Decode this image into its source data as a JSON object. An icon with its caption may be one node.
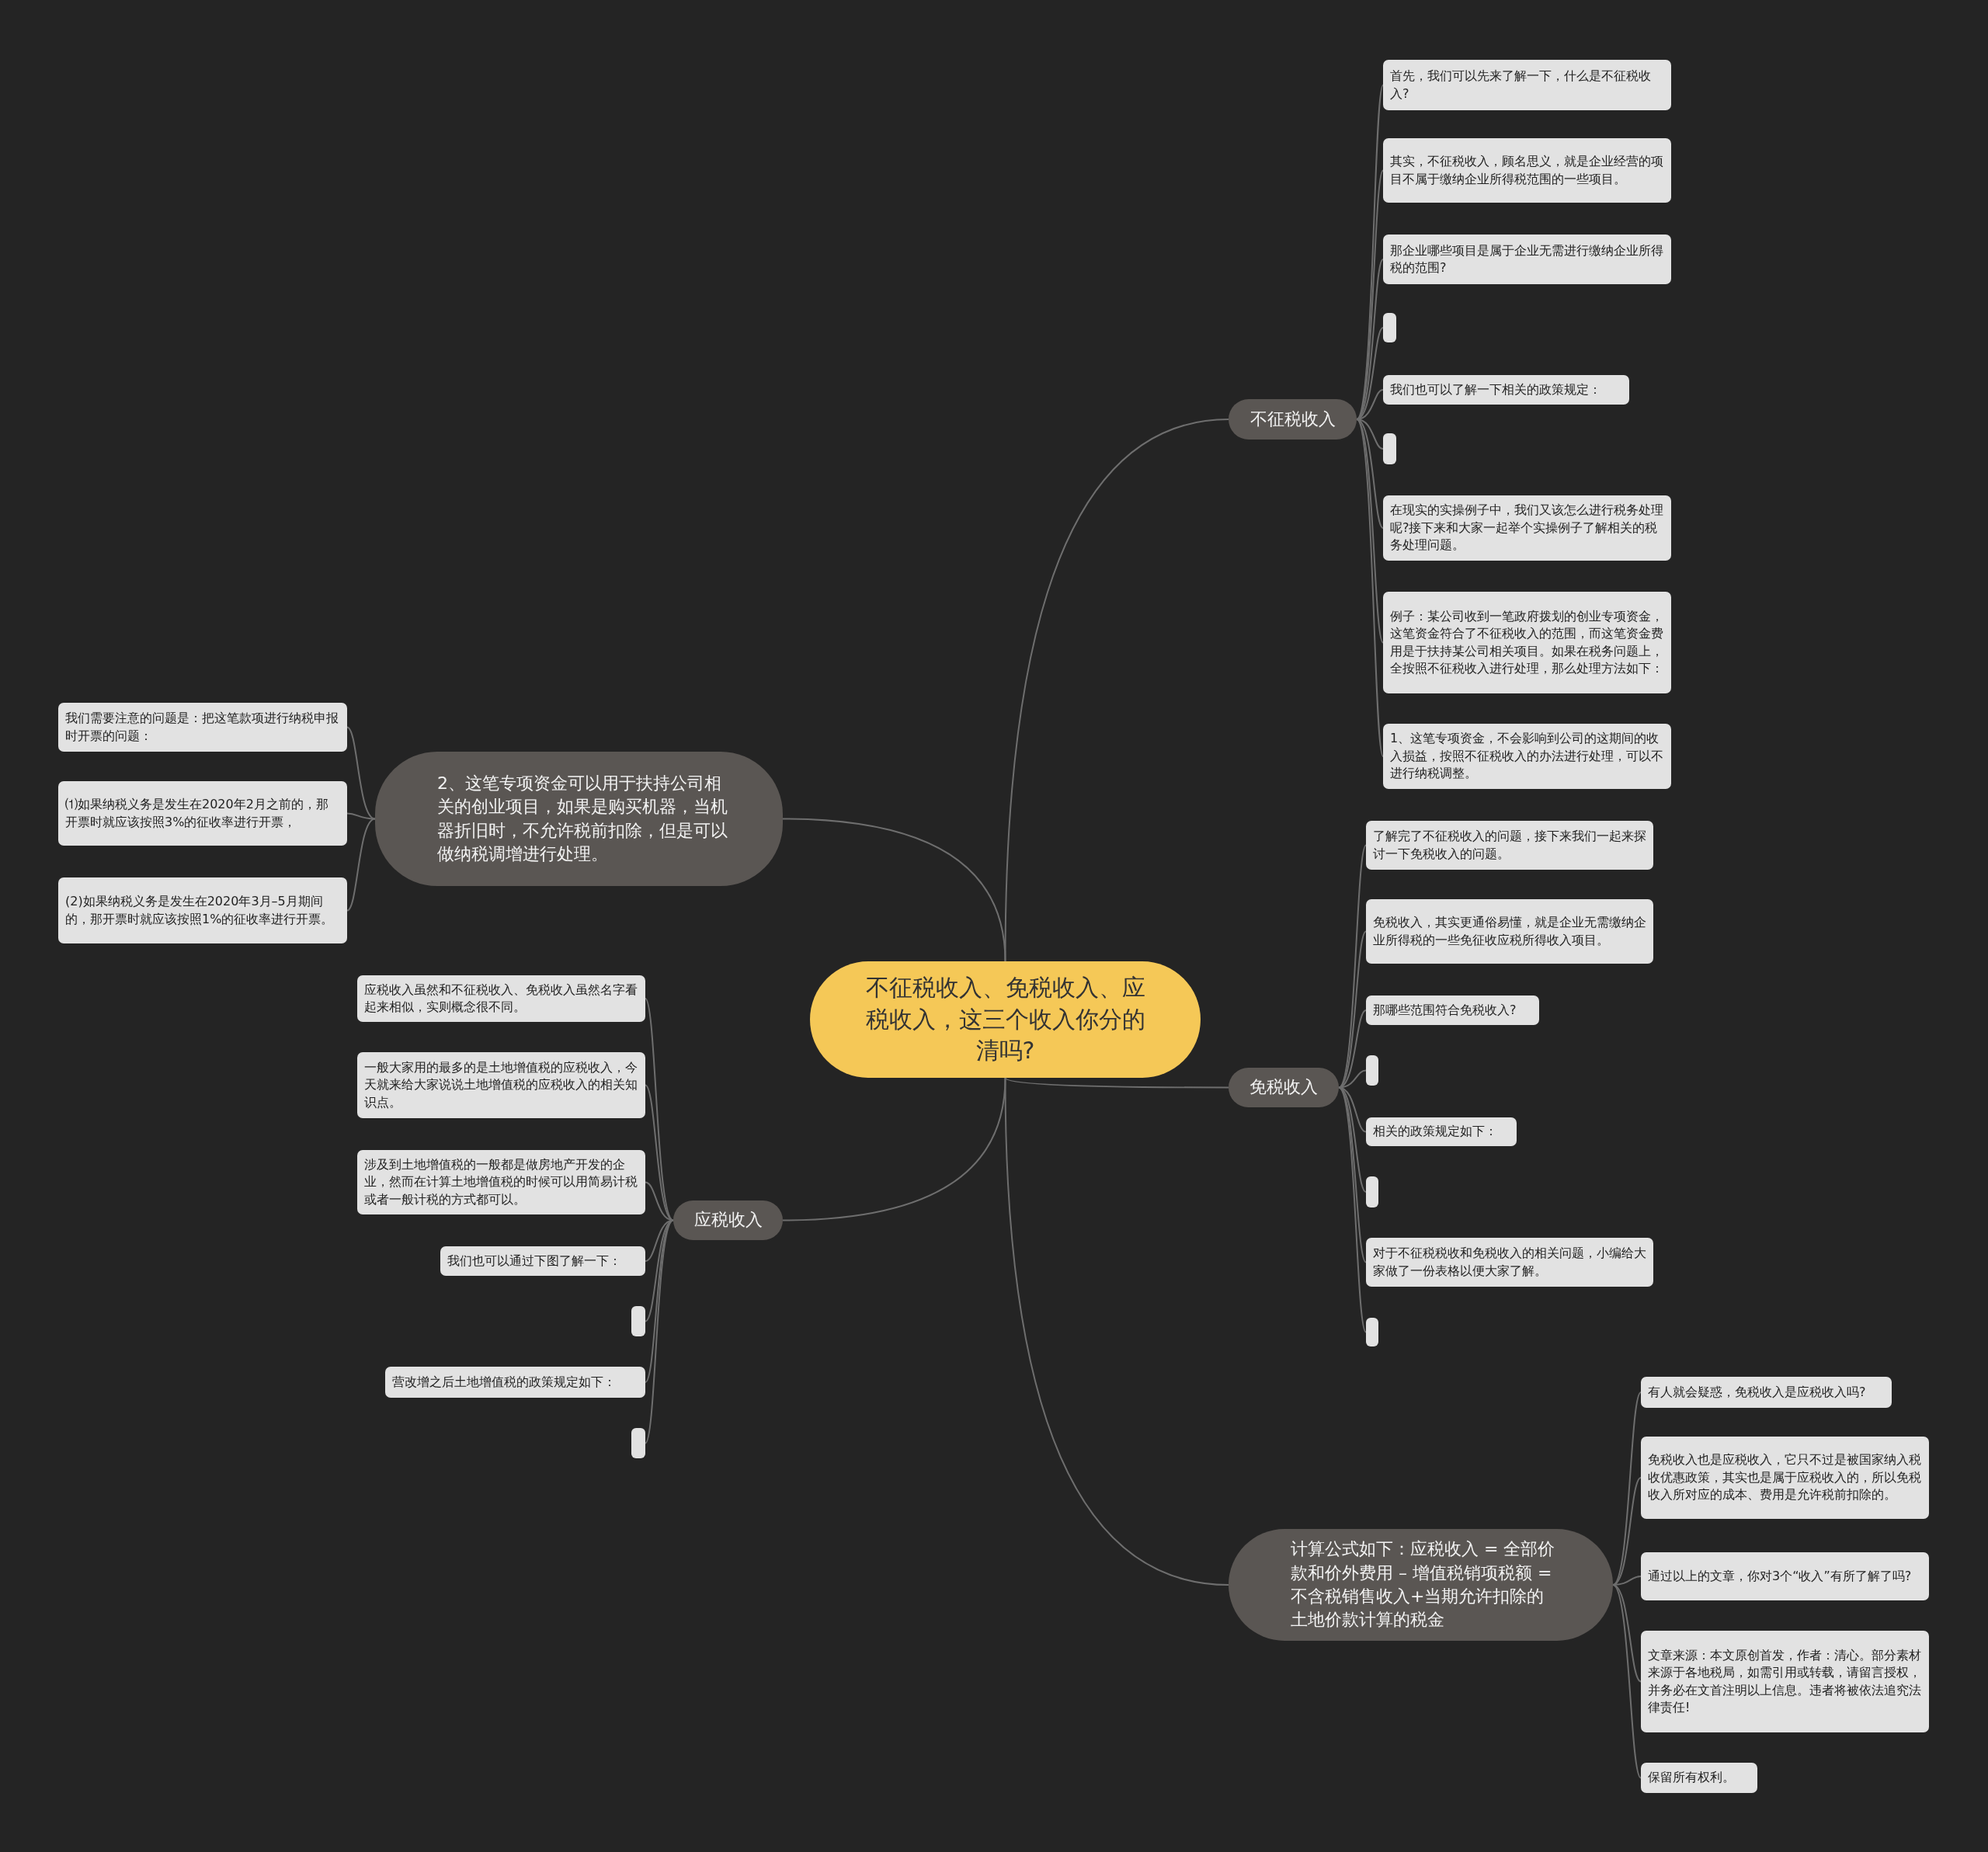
{
  "diagram": {
    "nodes": [
      {
        "text": [
          "不征税收入、免税收入、应税收入，这三个收入你分的清吗?"
        ]
      },
      {
        "text": [
          "不征税收入"
        ]
      },
      {
        "text": [
          "首先，我们可以先来了解一下，什么是不征税收入?"
        ]
      },
      {
        "text": [
          "其实，不征税收入，顾名思义，就是企业经营的项目不属于缴纳企业所得税范围的一些项目。"
        ]
      },
      {
        "text": [
          "那企业哪些项目是属于企业无需进行缴纳企业所得税的范围?"
        ]
      },
      {
        "text": [],
        "shape": "box"
      },
      {
        "text": [
          "我们也可以了解一下相关的政策规定："
        ]
      },
      {
        "text": [],
        "shape": "box"
      },
      {
        "text": [
          "在现实的实操例子中，我们又该怎么进行税务处理呢?接下来和大家一起举个实操例子了解相关的税务处理问题。"
        ]
      },
      {
        "text": [
          "例子：某公司收到一笔政府拨划的创业专项资金，这笔资金符合了不征税收入的范围，而这笔资金费用是于扶持某公司相关项目。如果在税务问题上，全按照不征税收入进行处理，那么处理方法如下："
        ]
      },
      {
        "text": [
          "1、这笔专项资金，不会影响到公司的这期间的收入损益，按照不征税收入的办法进行处理，可以不进行纳税调整。"
        ]
      },
      {
        "text": [
          "免税收入"
        ]
      },
      {
        "text": [
          "了解完了不征税收入的问题，接下来我们一起来探讨一下免税收入的问题。"
        ]
      },
      {
        "text": [
          "免税收入，其实更通俗易懂，就是企业无需缴纳企业所得税的一些免征收应税所得收入项目。"
        ]
      },
      {
        "text": [
          "那哪些范围符合免税收入?"
        ]
      },
      {
        "text": [],
        "shape": "box"
      },
      {
        "text": [
          "相关的政策规定如下："
        ]
      },
      {
        "text": [],
        "shape": "box"
      },
      {
        "text": [
          "对于不征税税收和免税收入的相关问题，小编给大家做了一份表格以便大家了解。"
        ]
      },
      {
        "text": [],
        "shape": "box"
      },
      {
        "text": [
          "计算公式如下：应税收入 = 全部价款和价外费用 – 增值税销项税额 = 不含税销售收入+当期允许扣除的土地价款计算的税金"
        ]
      },
      {
        "text": [
          "有人就会疑惑，免税收入是应税收入吗?"
        ]
      },
      {
        "text": [
          "免税收入也是应税收入，它只不过是被国家纳入税收优惠政策，其实也是属于应税收入的，所以免税收入所对应的成本、费用是允许税前扣除的。"
        ]
      },
      {
        "text": [
          "通过以上的文章，你对3个“收入”有所了解了吗?"
        ]
      },
      {
        "text": [
          "文章来源：本文原创首发，作者：清心。部分素材来源于各地税局，如需引用或转载，请留言授权，并务必在文首注明以上信息。违者将被依法追究法律责任!"
        ]
      },
      {
        "text": [
          "保留所有权利。"
        ]
      },
      {
        "text": [
          "2、这笔专项资金可以用于扶持公司相关的创业项目，如果是购买机器，当机器折旧时，不允许税前扣除，但是可以做纳税调增进行处理。"
        ]
      },
      {
        "text": [
          "我们需要注意的问题是：把这笔款项进行纳税申报时开票的问题："
        ]
      },
      {
        "text": [
          "⑴如果纳税义务是发生在2020年2月之前的，那开票时就应该按照3%的征收率进行开票，"
        ]
      },
      {
        "text": [
          "(2)如果纳税义务是发生在2020年3月–5月期间的，那开票时就应该按照1%的征收率进行开票。"
        ]
      },
      {
        "text": [
          "应税收入"
        ]
      },
      {
        "text": [
          "应税收入虽然和不征税收入、免税收入虽然名字看起来相似，实则概念很不同。"
        ]
      },
      {
        "text": [
          "一般大家用的最多的是土地增值税的应税收入，今天就来给大家说说土地增值税的应税收入的相关知识点。"
        ]
      },
      {
        "text": [
          "涉及到土地增值税的一般都是做房地产开发的企业，然而在计算土地增值税的时候可以用简易计税或者一般计税的方式都可以。"
        ]
      },
      {
        "text": [
          "我们也可以通过下图了解一下："
        ]
      },
      {
        "text": [],
        "shape": "box"
      },
      {
        "text": [
          "营改增之后土地增值税的政策规定如下："
        ]
      },
      {
        "text": [],
        "shape": "box"
      }
    ],
    "edges": [
      {
        "from": 0,
        "to": 1,
        "arrow": "none"
      },
      {
        "from": 1,
        "to": 2,
        "arrow": "none"
      },
      {
        "from": 1,
        "to": 3,
        "arrow": "none"
      },
      {
        "from": 1,
        "to": 4,
        "arrow": "none"
      },
      {
        "from": 1,
        "to": 5,
        "arrow": "none"
      },
      {
        "from": 1,
        "to": 6,
        "arrow": "none"
      },
      {
        "from": 1,
        "to": 7,
        "arrow": "none"
      },
      {
        "from": 1,
        "to": 8,
        "arrow": "none"
      },
      {
        "from": 1,
        "to": 9,
        "arrow": "none"
      },
      {
        "from": 1,
        "to": 10,
        "arrow": "none"
      },
      {
        "from": 0,
        "to": 11,
        "arrow": "none"
      },
      {
        "from": 11,
        "to": 12,
        "arrow": "none"
      },
      {
        "from": 11,
        "to": 13,
        "arrow": "none"
      },
      {
        "from": 11,
        "to": 14,
        "arrow": "none"
      },
      {
        "from": 11,
        "to": 15,
        "arrow": "none"
      },
      {
        "from": 11,
        "to": 16,
        "arrow": "none"
      },
      {
        "from": 11,
        "to": 17,
        "arrow": "none"
      },
      {
        "from": 11,
        "to": 18,
        "arrow": "none"
      },
      {
        "from": 11,
        "to": 19,
        "arrow": "none"
      },
      {
        "from": 0,
        "to": 20,
        "arrow": "none"
      },
      {
        "from": 20,
        "to": 21,
        "arrow": "none"
      },
      {
        "from": 20,
        "to": 22,
        "arrow": "none"
      },
      {
        "from": 20,
        "to": 23,
        "arrow": "none"
      },
      {
        "from": 20,
        "to": 24,
        "arrow": "none"
      },
      {
        "from": 20,
        "to": 25,
        "arrow": "none"
      },
      {
        "from": 0,
        "to": 26,
        "arrow": "none"
      },
      {
        "from": 26,
        "to": 27,
        "arrow": "none"
      },
      {
        "from": 26,
        "to": 28,
        "arrow": "none"
      },
      {
        "from": 26,
        "to": 29,
        "arrow": "none"
      },
      {
        "from": 0,
        "to": 30,
        "arrow": "none"
      },
      {
        "from": 30,
        "to": 31,
        "arrow": "none"
      },
      {
        "from": 30,
        "to": 32,
        "arrow": "none"
      },
      {
        "from": 30,
        "to": 33,
        "arrow": "none"
      },
      {
        "from": 30,
        "to": 34,
        "arrow": "none"
      },
      {
        "from": 30,
        "to": 35,
        "arrow": "none"
      },
      {
        "from": 30,
        "to": 36,
        "arrow": "none"
      },
      {
        "from": 30,
        "to": 37,
        "arrow": "none"
      }
    ]
  }
}
